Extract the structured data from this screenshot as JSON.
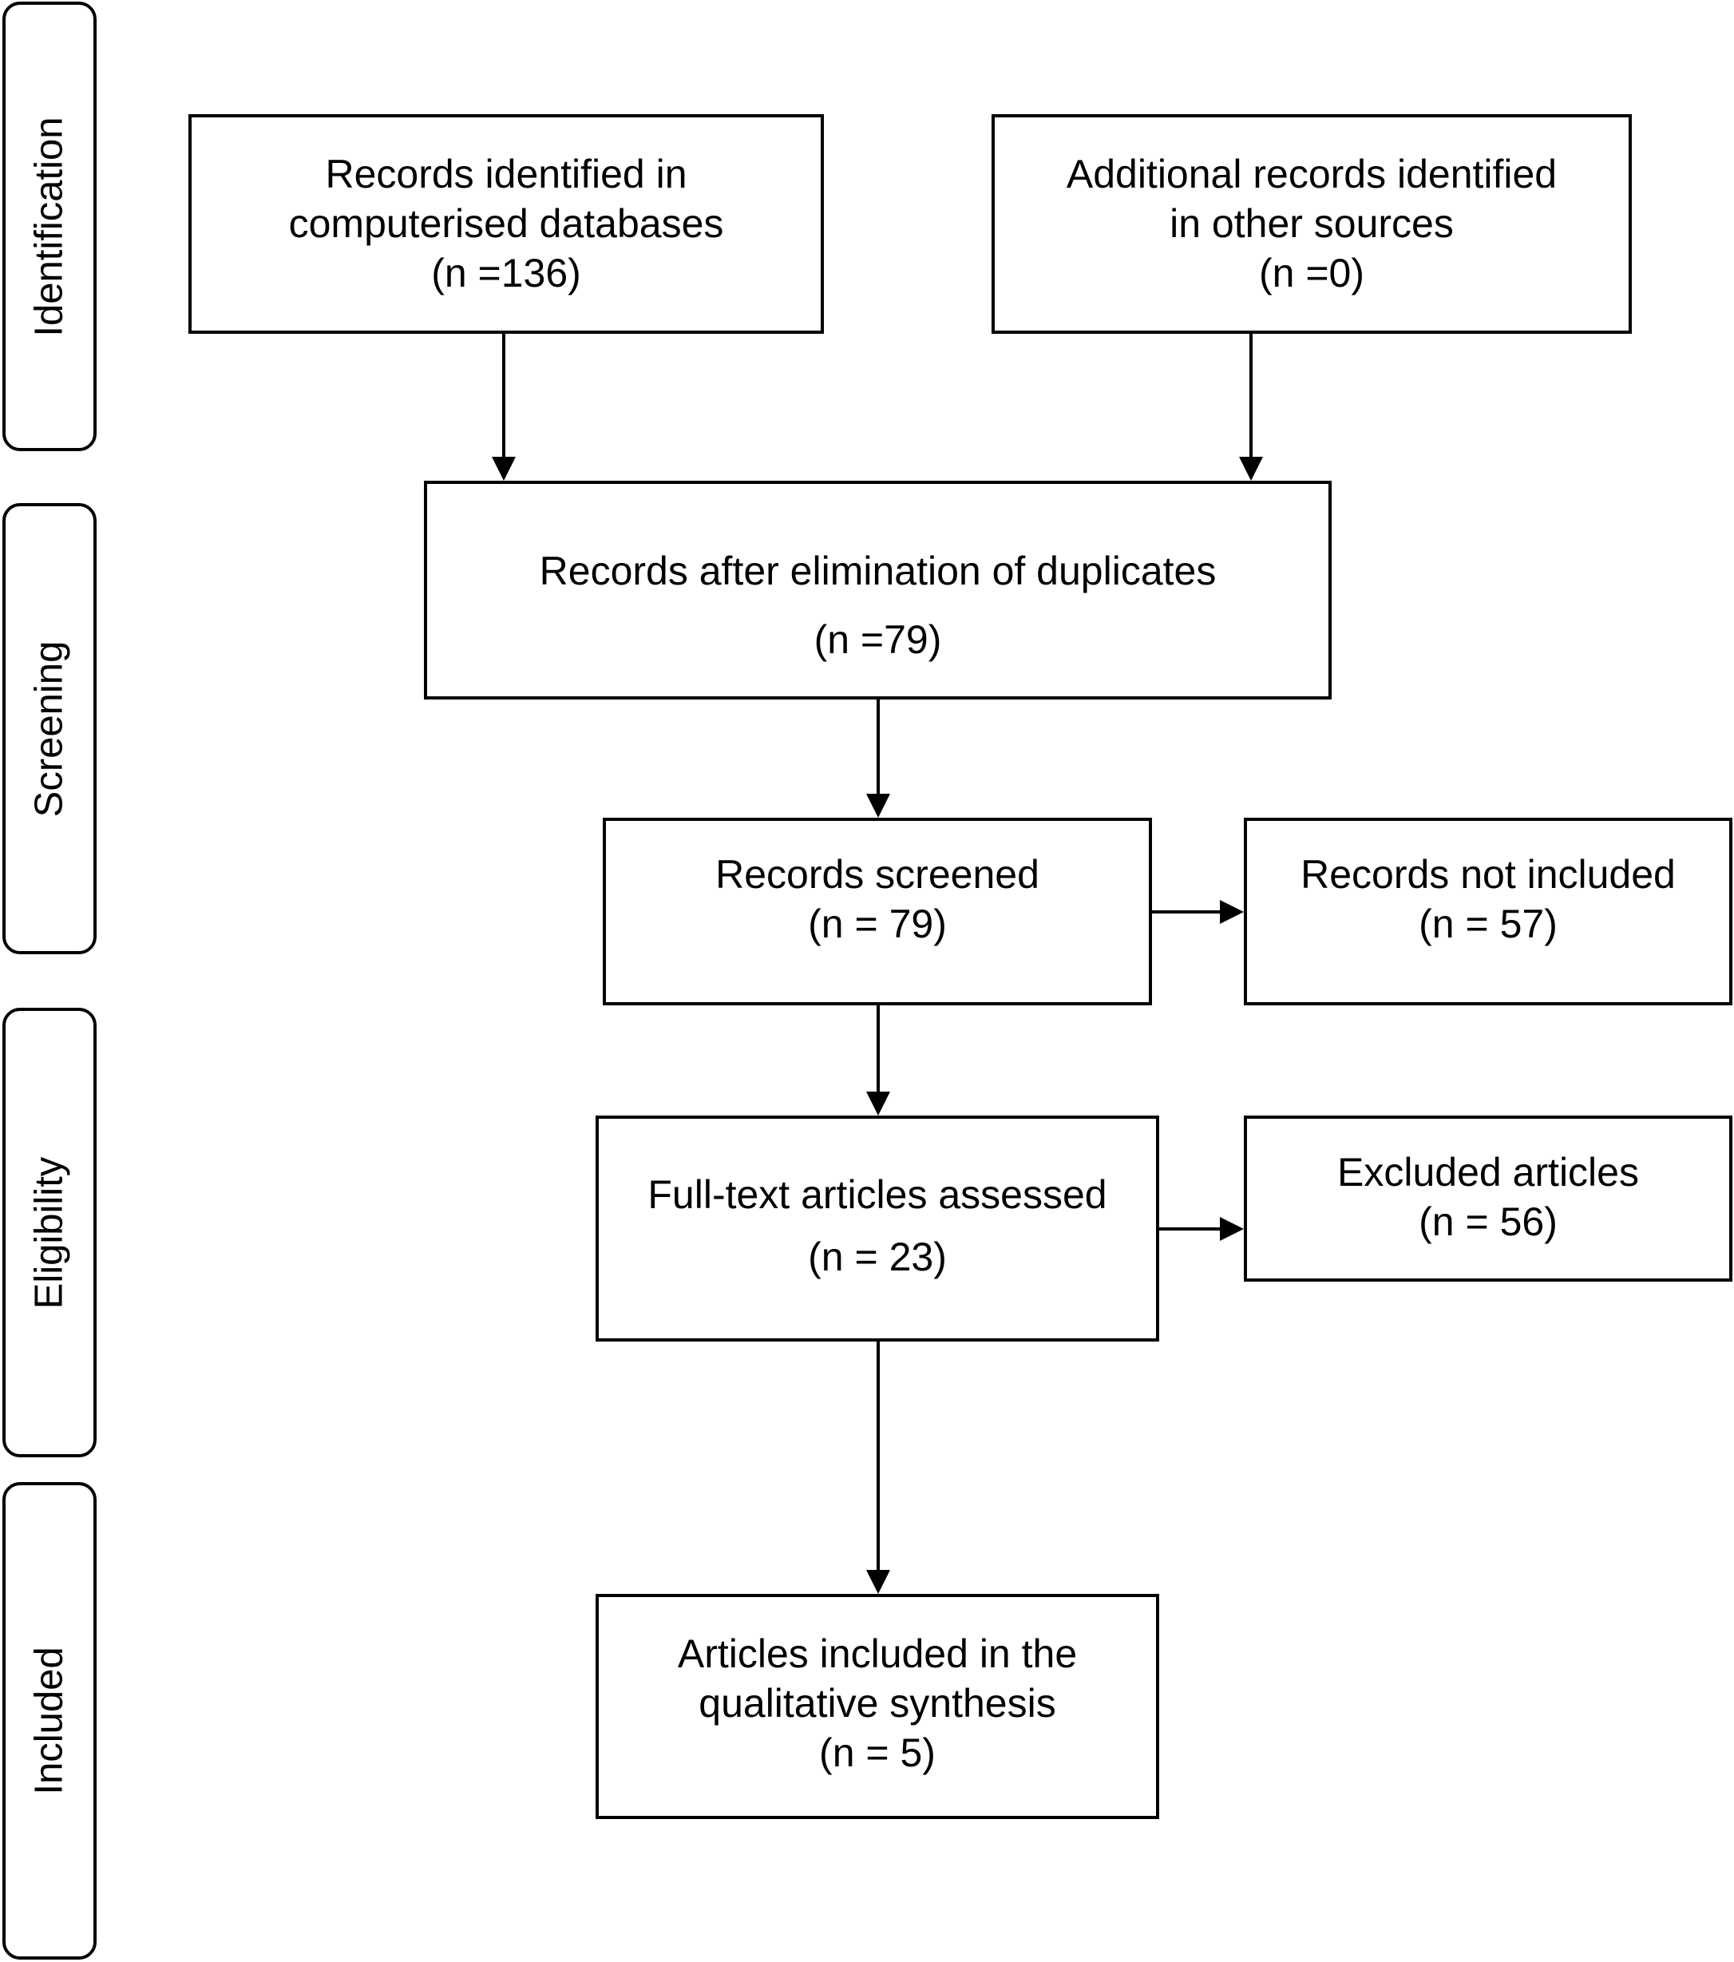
{
  "stages": {
    "identification": "Identification",
    "screening": "Screening",
    "eligibility": "Eligibility",
    "included": "Included"
  },
  "boxes": {
    "databases": {
      "line1": "Records identified in",
      "line2": "computerised databases",
      "count": "(n =136)"
    },
    "other_sources": {
      "line1": "Additional records identified",
      "line2": "in other sources",
      "count": "(n =0)"
    },
    "after_duplicates": {
      "line1": "Records after elimination of duplicates",
      "count": "(n =79)"
    },
    "screened": {
      "line1": "Records screened",
      "count": "(n = 79)"
    },
    "not_included": {
      "line1": "Records not included",
      "count": "(n = 57)"
    },
    "full_text": {
      "line1": "Full-text articles assessed",
      "count": "(n = 23)"
    },
    "excluded": {
      "line1": "Excluded articles",
      "count": "(n = 56)"
    },
    "included": {
      "line1": "Articles included in the",
      "line2": "qualitative synthesis",
      "count": "(n = 5)"
    }
  }
}
